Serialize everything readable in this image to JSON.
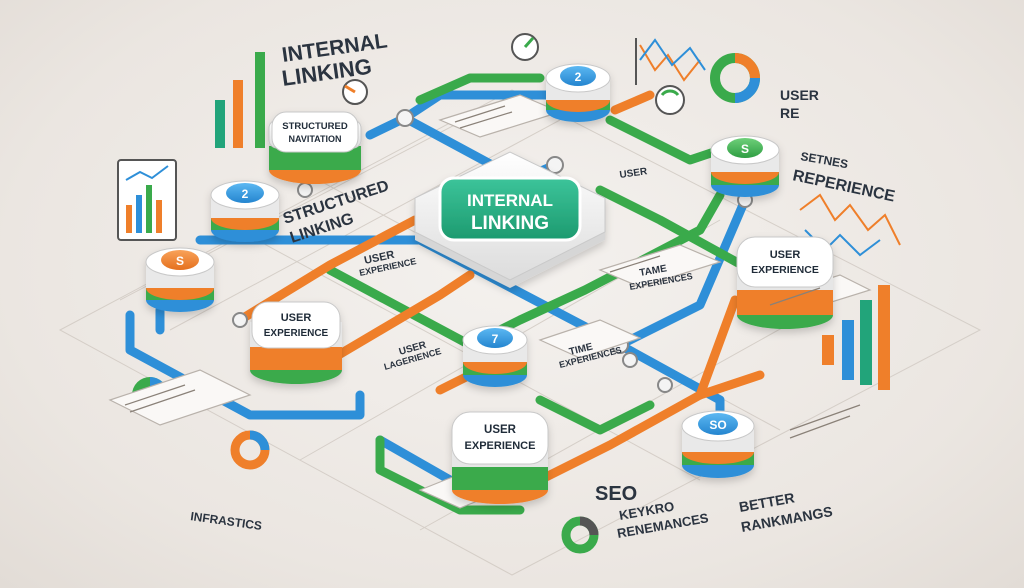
{
  "colors": {
    "green": "#3aaa4b",
    "blue": "#2e8fd8",
    "orange": "#ef7f2a",
    "teal": "#22a47a",
    "dark": "#1f2b38"
  },
  "center": {
    "line1": "INTERNAL",
    "line2": "LINKING"
  },
  "corner_title": {
    "line1": "INTERNAL",
    "line2": "LINKING"
  },
  "nodes": [
    {
      "id": "top",
      "text": "2"
    },
    {
      "id": "right-top",
      "text": "S"
    },
    {
      "id": "left-mid",
      "text": "2"
    },
    {
      "id": "left",
      "text": "S"
    },
    {
      "id": "bottom-mid",
      "text": "7"
    },
    {
      "id": "bottom-right",
      "text": "SO"
    }
  ],
  "badges": [
    {
      "id": "structured",
      "line1": "STRUCTURED",
      "line2": "NAVITATION"
    },
    {
      "id": "user-exp-left",
      "line1": "USER",
      "line2": "EXPERIENCE"
    },
    {
      "id": "user-exp-right",
      "line1": "USER",
      "line2": "EXPERIENCE"
    },
    {
      "id": "user-exp-bottom",
      "line1": "USER",
      "line2": "EXPERIENCE"
    }
  ],
  "floating_text": {
    "structured_linking": {
      "line1": "STRUCTURED",
      "line2": "LINKING"
    },
    "user_experience_small": {
      "line1": "USER",
      "line2": "EXPERIENCE"
    },
    "user_re": {
      "line1": "USER",
      "line2": "RE"
    },
    "reperience": {
      "line1": "SETNES",
      "line2": "REPERIENCE"
    },
    "time_experiences": {
      "line1": "TAME",
      "line2": "EXPERIENCES"
    },
    "time_experiences2": {
      "line1": "TIME",
      "line2": "EXPERIENCES"
    },
    "user_lagerience": {
      "line1": "USER",
      "line2": "LAGERIENCE"
    },
    "seo": "SEO",
    "keyword_renemances": {
      "line1": "KEYKRO",
      "line2": "RENEMANCES"
    },
    "better_rankings": {
      "line1": "BETTER",
      "line2": "RANKMANGS"
    },
    "infrastics": "INFRASTICS",
    "user_sign": "USER"
  }
}
